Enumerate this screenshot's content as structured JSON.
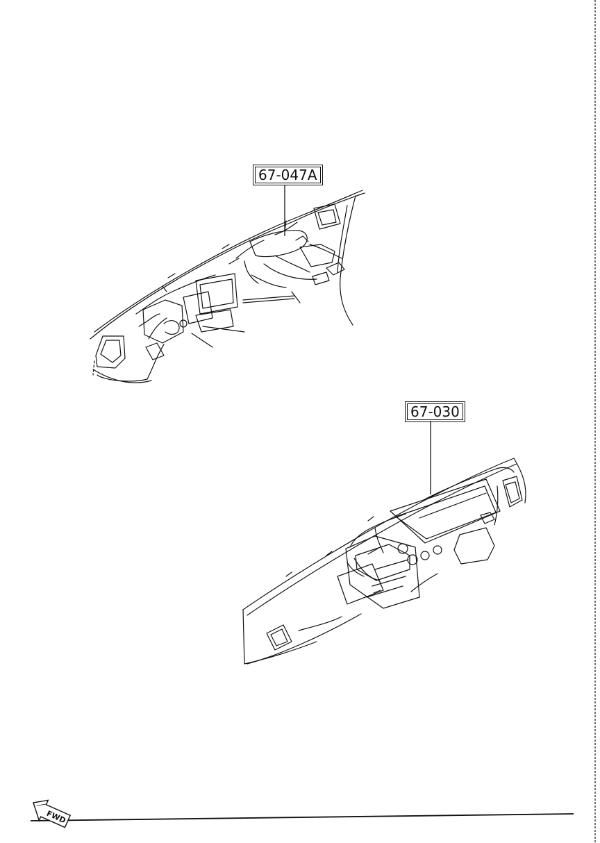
{
  "diagram": {
    "callouts": [
      {
        "id": "upper",
        "part_number": "67-047A"
      },
      {
        "id": "lower",
        "part_number": "67-030"
      }
    ],
    "direction_indicator": {
      "label": "FWD",
      "icon": "forward-arrow-icon"
    },
    "assemblies": [
      {
        "id": "upper",
        "name": "dashboard-wiring-harness-upper"
      },
      {
        "id": "lower",
        "name": "instrument-panel-wiring-harness"
      }
    ]
  }
}
